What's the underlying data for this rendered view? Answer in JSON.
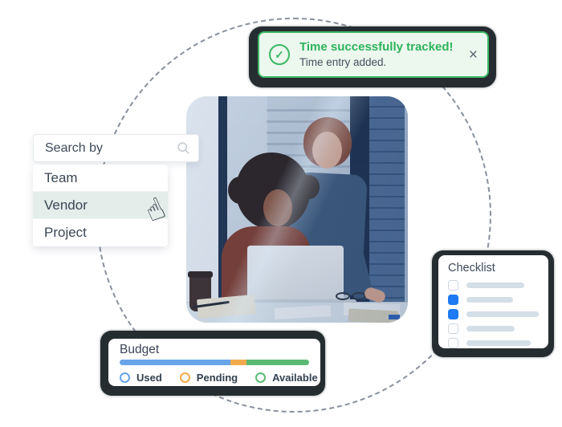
{
  "toast": {
    "title": "Time successfully tracked!",
    "subtitle": "Time entry added.",
    "accent_color": "#3bb765",
    "title_color": "#2eb35d",
    "bg_color": "#ecf7ee",
    "check_glyph": "✓",
    "close_glyph": "×"
  },
  "search": {
    "label": "Search by",
    "items": [
      {
        "label": "Team",
        "row_class": "row"
      },
      {
        "label": "Vendor",
        "row_class": "row selected"
      },
      {
        "label": "Project",
        "row_class": "row"
      }
    ],
    "selected_item": "Vendor",
    "highlight_color": "#e4ede9"
  },
  "cursor": {
    "glyph": "☝"
  },
  "checklist": {
    "title": "Checklist",
    "checkbox_color": "#1e7bf3",
    "items": [
      {
        "checked": false,
        "box_class": "cbox",
        "line_style": "width:72px"
      },
      {
        "checked": true,
        "box_class": "cbox on",
        "line_style": "width:58px"
      },
      {
        "checked": true,
        "box_class": "cbox on",
        "line_style": "width:90px"
      },
      {
        "checked": false,
        "box_class": "cbox",
        "line_style": "width:60px"
      },
      {
        "checked": false,
        "box_class": "cbox",
        "line_style": "width:80px"
      }
    ]
  },
  "budget": {
    "title": "Budget",
    "segments": [
      {
        "name": "Used",
        "percent": 58.5,
        "color": "#68a4e9",
        "style": "width:58.5%;background:#68a4e9"
      },
      {
        "name": "Pending",
        "percent": 8.5,
        "color": "#f3aa4e",
        "style": "width:8.5%;background:#f3aa4e"
      },
      {
        "name": "Available",
        "percent": 33.0,
        "color": "#5aba74",
        "style": "width:33%;background:#5aba74"
      }
    ],
    "legend": [
      {
        "label": "Used",
        "circle_style": "border-color:#68a4e9"
      },
      {
        "label": "Pending",
        "circle_style": "border-color:#f3aa4e"
      },
      {
        "label": "Available",
        "circle_style": "border-color:#5aba74"
      }
    ]
  },
  "decor": {
    "dashed_circle_color": "#747e8d",
    "card_border_color": "#262d31"
  }
}
